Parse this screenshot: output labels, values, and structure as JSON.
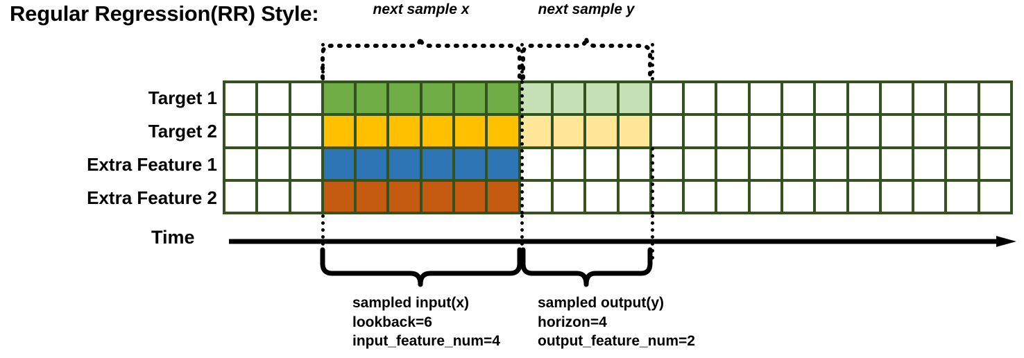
{
  "title": "Regular Regression(RR) Style:",
  "colors": {
    "grid_border": "#33521f",
    "target1": "#70ad47",
    "target1_light": "#c5e0b4",
    "target2": "#ffc000",
    "target2_light": "#ffe699",
    "extra_feature1": "#2e75b6",
    "extra_feature2": "#c55a11",
    "empty_cell": "#ffffff",
    "axis": "#000000"
  },
  "rows": [
    {
      "label": "Target 1",
      "color_key": "target1",
      "input_color": "#70ad47",
      "output_color": "#c5e0b4",
      "has_output": true
    },
    {
      "label": "Target 2",
      "color_key": "target2",
      "input_color": "#ffc000",
      "output_color": "#ffe699",
      "has_output": true
    },
    {
      "label": "Extra Feature 1",
      "color_key": "extra_feature1",
      "input_color": "#2e75b6",
      "output_color": "",
      "has_output": false
    },
    {
      "label": "Extra Feature 2",
      "color_key": "extra_feature2",
      "input_color": "#c55a11",
      "output_color": "",
      "has_output": false
    }
  ],
  "grid": {
    "total_columns": 24,
    "total_rows": 4,
    "leading_empty_columns": 3,
    "input_start_column": 4,
    "input_columns": 6,
    "output_start_column": 10,
    "output_columns": 4
  },
  "time_axis": {
    "label": "Time"
  },
  "top_annotations": [
    {
      "text": "next sample x"
    },
    {
      "text": "next sample y"
    }
  ],
  "bottom_annotations": [
    {
      "line1": "sampled input(x)",
      "line2": "lookback=6",
      "line3": "input_feature_num=4"
    },
    {
      "line1": "sampled output(y)",
      "line2": "horizon=4",
      "line3": "output_feature_num=2"
    }
  ]
}
